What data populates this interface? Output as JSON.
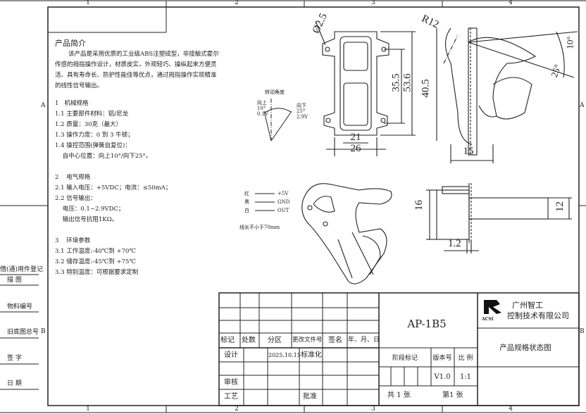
{
  "zones": {
    "cols": [
      "1",
      "2",
      "3",
      "4"
    ],
    "rows": [
      "A",
      "B"
    ]
  },
  "intro": {
    "title": "产品简介",
    "lines": [
      "该产品是采用优质的工业级ABS注塑成型，非接触式霍尔",
      "传感的拇指操作设计，材质皮实，外观轻巧、操纵起来方便灵",
      "活、具有寿命长、防护性能佳等优点，通过拇指操作实现精准",
      "的线性信号输出。"
    ]
  },
  "specs": [
    "1   机械规格",
    "1.1 主要部件材料：铝/尼龙",
    "1.2 质量：30克（最大）",
    "1.3 操作力度：0 到 3 牛顿；",
    "1.4 操控范围(弹簧自复位)：",
    "    自中心位置：向上10°/向下25°。",
    "",
    "2    电气规格",
    "2.1 输入电压：+5VDC；电流：≤50mA；",
    "2.2 信号输出：",
    "    电压：0.1~2.9VDC；",
    "    输出信号抗阻1KΩ。",
    "",
    "3    环境参数",
    "3.1 工作温度:-40℃到 +70℃",
    "3.2 储存温度:-45℃到 +75℃",
    "3.3 特别温度：可根据要求定制"
  ],
  "angle_diagram": {
    "title": "转动角度",
    "up": [
      "向上",
      "10°",
      "0.1V"
    ],
    "down": [
      "向下",
      "25°",
      "2.9V"
    ]
  },
  "wiring": {
    "wires": [
      {
        "color": "红",
        "signal": "+5V"
      },
      {
        "color": "黑",
        "signal": "GND"
      },
      {
        "color": "白",
        "signal": "OUT"
      }
    ],
    "note": "线长不小于70mm"
  },
  "dimensions": {
    "front": [
      "Ø2.5",
      "35.5",
      "53.6",
      "21",
      "26"
    ],
    "side": [
      "R12",
      "40.5",
      "15",
      "10°",
      "25°"
    ],
    "bottom": [
      "16",
      "12",
      "1.2"
    ]
  },
  "left_block": [
    "借(通)用件登记",
    "描    图",
    "物料编号",
    "旧底图总号",
    "签    字",
    "日    期"
  ],
  "title_block": {
    "headers": [
      "标记",
      "处数",
      "分区",
      "更改文件号",
      "签名",
      "年、月、日"
    ],
    "design": "设计",
    "date": "2025.10.15",
    "standard": "标准化",
    "review": "审核",
    "process": "工艺",
    "approve": "批准",
    "model": "AP-1B5",
    "company": [
      "广州智工",
      "控制技术有限公司"
    ],
    "logo_text": "ACSI",
    "drawing_title": "产品规格状态图",
    "stage": "阶段标记",
    "version_label": "版本号",
    "scale_label": "比 例",
    "version": "V1.0",
    "scale": "1:1",
    "total": "共 1    张",
    "sheet": "第1   张"
  }
}
